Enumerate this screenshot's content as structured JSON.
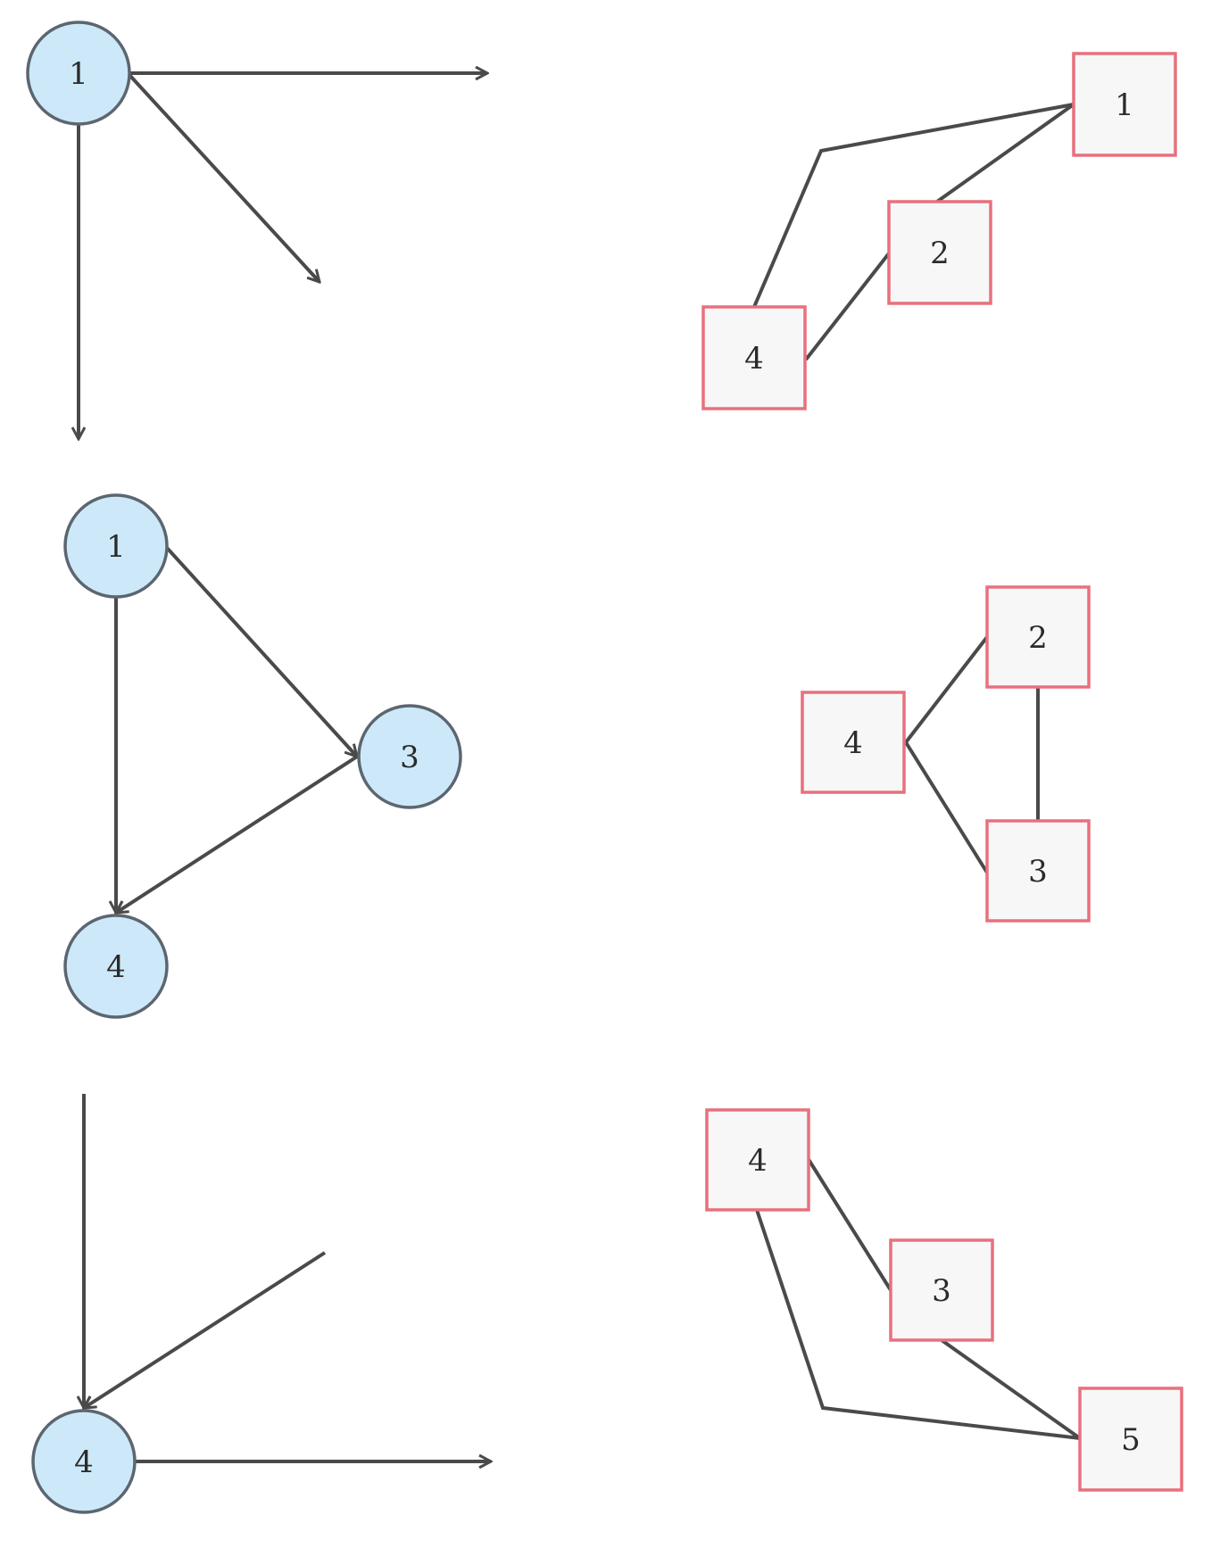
{
  "panels": [
    {
      "id": "top",
      "circle_nodes": [
        {
          "id": "c1",
          "label": "1"
        }
      ],
      "square_nodes": [
        {
          "id": "s1",
          "label": "1"
        },
        {
          "id": "s2",
          "label": "2"
        },
        {
          "id": "s4",
          "label": "4"
        }
      ],
      "directed_edges": [
        {
          "from": "c1",
          "to": "offscreen-right"
        },
        {
          "from": "c1",
          "to": "offscreen-diagonal"
        },
        {
          "from": "c1",
          "to": "offscreen-down"
        }
      ],
      "undirected_edges": [
        {
          "from": "s1",
          "to": "s2"
        },
        {
          "from": "s1",
          "to": "s4"
        },
        {
          "from": "s2",
          "to": "s4"
        }
      ]
    },
    {
      "id": "middle",
      "circle_nodes": [
        {
          "id": "c1",
          "label": "1"
        },
        {
          "id": "c3",
          "label": "3"
        },
        {
          "id": "c4",
          "label": "4"
        }
      ],
      "square_nodes": [
        {
          "id": "s2",
          "label": "2"
        },
        {
          "id": "s3",
          "label": "3"
        },
        {
          "id": "s4",
          "label": "4"
        }
      ],
      "directed_edges": [
        {
          "from": "c1",
          "to": "c3"
        },
        {
          "from": "c1",
          "to": "c4"
        },
        {
          "from": "c3",
          "to": "c4"
        }
      ],
      "undirected_edges": [
        {
          "from": "s4",
          "to": "s2"
        },
        {
          "from": "s4",
          "to": "s3"
        },
        {
          "from": "s2",
          "to": "s3"
        }
      ]
    },
    {
      "id": "bottom",
      "circle_nodes": [
        {
          "id": "c4",
          "label": "4"
        }
      ],
      "square_nodes": [
        {
          "id": "s4",
          "label": "4"
        },
        {
          "id": "s3",
          "label": "3"
        },
        {
          "id": "s5",
          "label": "5"
        }
      ],
      "directed_edges": [
        {
          "from": "offscreen-up",
          "to": "c4"
        },
        {
          "from": "offscreen-diagonal",
          "to": "c4"
        },
        {
          "from": "c4",
          "to": "offscreen-right"
        }
      ],
      "undirected_edges": [
        {
          "from": "s4",
          "to": "s3"
        },
        {
          "from": "s4",
          "to": "s5"
        },
        {
          "from": "s3",
          "to": "s5"
        }
      ]
    }
  ]
}
